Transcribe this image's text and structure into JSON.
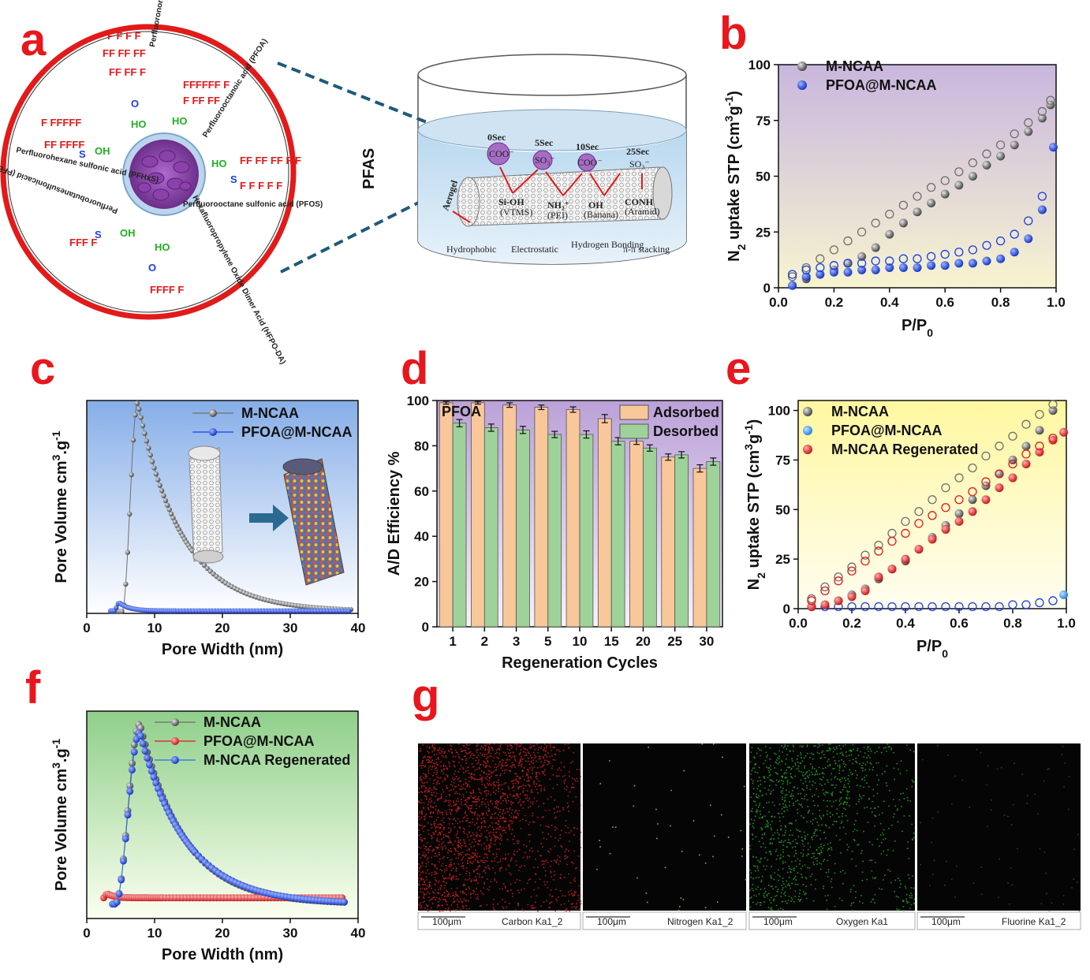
{
  "panels": {
    "a": {
      "letter": "a",
      "side_label": "PFAS",
      "molecules": [
        "Perfluorononanoic acid (PFNA)",
        "Perfluorooctanoic acid (PFOA)",
        "Perfluorohexane sulfonic acid (PFHxS)",
        "Perfluorooctane sulfonic acid (PFOS)",
        "Perfluorobutanesulfonicacid (PFBS)",
        "Hexafluoropropylene Oxide Dimer Acid (HFPO-DA)"
      ],
      "beaker": {
        "times": [
          "0Sec",
          "5Sec",
          "10Sec",
          "25Sec"
        ],
        "ions": [
          "COO⁻",
          "SO₃⁻",
          "COO⁻",
          "SO₃⁻"
        ],
        "groups": [
          "Si-OH",
          "NH₂⁺",
          "OH",
          "CONH"
        ],
        "sources": [
          "(VTMS)",
          "(PEI)",
          "(Banana)",
          "(Aramid)"
        ],
        "aerogel": "Aerogel",
        "interactions": [
          "Hydrophobic",
          "Electrostatic",
          "Hydrogen Bonding",
          "π-π stacking"
        ]
      }
    },
    "b": {
      "letter": "b"
    },
    "c": {
      "letter": "c"
    },
    "d": {
      "letter": "d"
    },
    "e": {
      "letter": "e"
    },
    "f": {
      "letter": "f"
    },
    "g": {
      "letter": "g"
    }
  },
  "colors": {
    "gray": "#6f6f6f",
    "blue": "#1b3fe0",
    "red": "#e21a1a",
    "orange": "#f8c79a",
    "green": "#9ed29a"
  },
  "chart_data": [
    {
      "panel": "b",
      "type": "scatter",
      "xlabel": "P/P0",
      "ylabel": "N2 uptake STP (cm3g-1)",
      "xlim": [
        0,
        1.0
      ],
      "ylim": [
        0,
        100
      ],
      "xticks": [
        0.0,
        0.2,
        0.4,
        0.6,
        0.8,
        1.0
      ],
      "yticks": [
        0,
        25,
        50,
        75,
        100
      ],
      "legend": "top-left",
      "series": [
        {
          "name": "M-NCAA",
          "color": "#6f6f6f",
          "filled": true,
          "x": [
            0.05,
            0.1,
            0.15,
            0.2,
            0.25,
            0.3,
            0.35,
            0.4,
            0.45,
            0.5,
            0.55,
            0.6,
            0.65,
            0.7,
            0.75,
            0.8,
            0.85,
            0.9,
            0.95,
            0.98
          ],
          "y": [
            1,
            4,
            6,
            8,
            11,
            14,
            18,
            24,
            29,
            34,
            38,
            42,
            46,
            50,
            55,
            59,
            64,
            70,
            76,
            82
          ]
        },
        {
          "name": "",
          "color": "#6f6f6f",
          "filled": false,
          "x": [
            0.05,
            0.1,
            0.15,
            0.2,
            0.25,
            0.3,
            0.35,
            0.4,
            0.45,
            0.5,
            0.55,
            0.6,
            0.65,
            0.7,
            0.75,
            0.8,
            0.85,
            0.9,
            0.95,
            0.98
          ],
          "y": [
            5,
            9,
            13,
            17,
            21,
            25,
            29,
            33,
            37,
            41,
            45,
            48,
            52,
            56,
            60,
            64,
            69,
            74,
            79,
            84
          ]
        },
        {
          "name": "PFOA@M-NCAA",
          "color": "#1b3fe0",
          "filled": true,
          "x": [
            0.05,
            0.1,
            0.15,
            0.2,
            0.25,
            0.3,
            0.35,
            0.4,
            0.45,
            0.5,
            0.55,
            0.6,
            0.65,
            0.7,
            0.75,
            0.8,
            0.85,
            0.9,
            0.95,
            0.99
          ],
          "y": [
            1,
            5,
            6,
            7,
            7,
            8,
            8,
            9,
            9,
            9,
            10,
            10,
            11,
            11,
            12,
            13,
            16,
            22,
            35,
            63
          ]
        },
        {
          "name": "",
          "color": "#1b3fe0",
          "filled": false,
          "x": [
            0.05,
            0.1,
            0.15,
            0.2,
            0.25,
            0.3,
            0.35,
            0.4,
            0.45,
            0.5,
            0.55,
            0.6,
            0.65,
            0.7,
            0.75,
            0.8,
            0.85,
            0.9,
            0.95
          ],
          "y": [
            6,
            8,
            9,
            10,
            11,
            11,
            12,
            12,
            13,
            13,
            14,
            15,
            16,
            17,
            19,
            21,
            24,
            30,
            41
          ]
        }
      ]
    },
    {
      "panel": "c",
      "type": "line",
      "xlabel": "Pore Width (nm)",
      "ylabel": "Pore Volume cm3.g-1",
      "xlim": [
        0,
        40
      ],
      "ylim": [
        0,
        1
      ],
      "xticks": [
        0,
        10,
        20,
        30,
        40
      ],
      "yticks": [],
      "legend": "top-right",
      "series": [
        {
          "name": "M-NCAA",
          "color": "#6f6f6f",
          "peak": 7.5,
          "peak_height": 0.99,
          "onset": 5.2,
          "baseline": 0.01,
          "decay": 6.5,
          "xmin": 3.5,
          "xmax": 39
        },
        {
          "name": "PFOA@M-NCAA",
          "color": "#1b3fe0",
          "peak": 4.8,
          "peak_height": 0.05,
          "onset": 4.0,
          "baseline": 0.012,
          "decay": 1.5,
          "xmin": 3.5,
          "xmax": 39
        }
      ]
    },
    {
      "panel": "d",
      "type": "bar",
      "xlabel": "Regeneration Cycles",
      "ylabel": "A/D Efficiency %",
      "title": "PFOA",
      "ylim": [
        0,
        100
      ],
      "yticks": [
        0,
        20,
        40,
        60,
        80,
        100
      ],
      "legend": "top-right",
      "categories": [
        "1",
        "2",
        "3",
        "5",
        "10",
        "15",
        "20",
        "25",
        "30"
      ],
      "series": [
        {
          "name": "Adsorbed",
          "color": "#f8c79a",
          "values": [
            99,
            99,
            98,
            97,
            96,
            92,
            82,
            75,
            70
          ],
          "errors": [
            0.6,
            0.6,
            1,
            1,
            1.2,
            1.8,
            1.4,
            1.4,
            1.6
          ]
        },
        {
          "name": "Desorbed",
          "color": "#9ed29a",
          "values": [
            90,
            88,
            87,
            85,
            85,
            82,
            79,
            76,
            73
          ],
          "errors": [
            1.6,
            1.6,
            1.6,
            1.4,
            1.6,
            1.6,
            1.4,
            1.4,
            1.6
          ]
        }
      ]
    },
    {
      "panel": "e",
      "type": "scatter",
      "xlabel": "P/P0",
      "ylabel": "N2 uptake STP (cm3g-1)",
      "xlim": [
        0,
        1.0
      ],
      "ylim": [
        0,
        105
      ],
      "xticks": [
        0.0,
        0.2,
        0.4,
        0.6,
        0.8,
        1.0
      ],
      "yticks": [
        0,
        25,
        50,
        75,
        100
      ],
      "legend": "top-left",
      "series": [
        {
          "name": "M-NCAA",
          "color": "#6f6f6f",
          "filled": true,
          "x": [
            0.05,
            0.1,
            0.15,
            0.2,
            0.25,
            0.3,
            0.35,
            0.4,
            0.45,
            0.5,
            0.55,
            0.6,
            0.65,
            0.7,
            0.75,
            0.8,
            0.85,
            0.9,
            0.95
          ],
          "y": [
            1,
            2,
            4,
            7,
            10,
            15,
            20,
            24,
            30,
            36,
            42,
            48,
            55,
            62,
            68,
            75,
            82,
            90,
            100
          ]
        },
        {
          "name": "",
          "color": "#6f6f6f",
          "filled": false,
          "x": [
            0.05,
            0.1,
            0.15,
            0.2,
            0.25,
            0.3,
            0.35,
            0.4,
            0.45,
            0.5,
            0.55,
            0.6,
            0.65,
            0.7,
            0.75,
            0.8,
            0.85,
            0.9,
            0.95
          ],
          "y": [
            5,
            11,
            16,
            21,
            27,
            32,
            38,
            44,
            49,
            55,
            61,
            66,
            71,
            77,
            82,
            87,
            93,
            98,
            103
          ]
        },
        {
          "name": "PFOA@M-NCAA",
          "color": "#1b7fe0",
          "filled": true,
          "x": [
            0.99
          ],
          "y": [
            7
          ]
        },
        {
          "name": "",
          "color": "#1b3fe0",
          "filled": false,
          "x": [
            0.05,
            0.1,
            0.15,
            0.2,
            0.25,
            0.3,
            0.35,
            0.4,
            0.45,
            0.5,
            0.55,
            0.6,
            0.65,
            0.7,
            0.75,
            0.8,
            0.85,
            0.9,
            0.95
          ],
          "y": [
            1,
            1,
            1,
            1,
            1,
            1,
            1,
            1,
            1,
            1,
            1,
            1,
            1,
            1,
            1,
            2,
            2,
            3,
            4
          ]
        },
        {
          "name": "M-NCAA Regenerated",
          "color": "#e21a1a",
          "filled": true,
          "x": [
            0.05,
            0.1,
            0.15,
            0.2,
            0.25,
            0.3,
            0.35,
            0.4,
            0.45,
            0.5,
            0.55,
            0.6,
            0.65,
            0.7,
            0.75,
            0.8,
            0.85,
            0.9,
            0.95,
            0.99
          ],
          "y": [
            1,
            2,
            4,
            6,
            9,
            16,
            20,
            25,
            30,
            35,
            40,
            44,
            49,
            55,
            61,
            66,
            73,
            79,
            85,
            89
          ]
        },
        {
          "name": "",
          "color": "#e21a1a",
          "filled": false,
          "x": [
            0.05,
            0.1,
            0.15,
            0.2,
            0.25,
            0.3,
            0.35,
            0.4,
            0.45,
            0.5,
            0.55,
            0.6,
            0.65,
            0.7,
            0.75,
            0.8,
            0.85,
            0.9,
            0.95
          ],
          "y": [
            4,
            9,
            14,
            19,
            24,
            29,
            34,
            38,
            43,
            47,
            51,
            55,
            59,
            64,
            68,
            73,
            78,
            82,
            86
          ]
        }
      ]
    },
    {
      "panel": "f",
      "type": "line",
      "xlabel": "Pore Width (nm)",
      "ylabel": "Pore Volume cm3.g-1",
      "xlim": [
        0,
        40
      ],
      "ylim": [
        0,
        1
      ],
      "xticks": [
        0,
        10,
        20,
        30,
        40
      ],
      "yticks": [],
      "legend": "top-right",
      "series": [
        {
          "name": "M-NCAA",
          "color": "#6f6f6f",
          "peak": 7.8,
          "peak_height": 0.94,
          "onset": 4.2,
          "baseline": 0.07,
          "decay": 6.5,
          "xmin": 3.8,
          "xmax": 38
        },
        {
          "name": "PFOA@M-NCAA",
          "color": "#e21a1a",
          "peak": 3.0,
          "peak_height": 0.12,
          "onset": 2.5,
          "baseline": 0.1,
          "decay": 1.0,
          "xmin": 2.5,
          "xmax": 38
        },
        {
          "name": "M-NCAA Regenerated",
          "color": "#2f6fe0",
          "peak": 7.8,
          "peak_height": 0.9,
          "onset": 4.2,
          "baseline": 0.07,
          "decay": 6.8,
          "xmin": 3.8,
          "xmax": 38
        }
      ]
    }
  ],
  "eds_maps": [
    {
      "label": "Carbon Ka1_2",
      "scale": "100μm",
      "color": "#d21e1e",
      "density": 0.42
    },
    {
      "label": "Nitrogen Ka1_2",
      "scale": "100μm",
      "color": "#a6d52a",
      "density": 0.006
    },
    {
      "label": "Oxygen Ka1",
      "scale": "100μm",
      "color": "#26a626",
      "density": 0.22
    },
    {
      "label": "Fluorine Ka1_2",
      "scale": "100μm",
      "color": "#444444",
      "density": 0.01
    }
  ]
}
